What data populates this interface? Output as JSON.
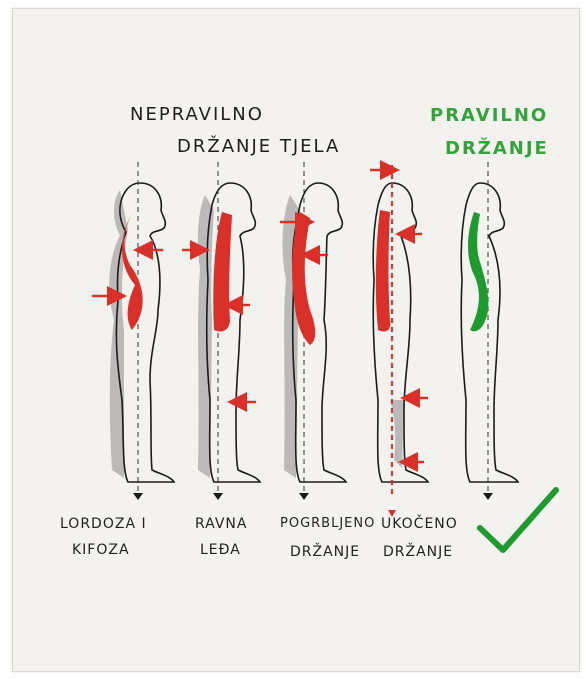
{
  "headings": {
    "incorrect_line1": "NEPRAVILNO",
    "incorrect_line2": "DRŽANJE TJELA",
    "correct_line1": "PRAVILNO",
    "correct_line2": "DRŽANJE"
  },
  "captions": [
    {
      "line1": "LORDOZA I",
      "line2": "KIFOZA"
    },
    {
      "line1": "RAVNA",
      "line2": "LEĐA"
    },
    {
      "line1": "POGRBLJENO",
      "line2": "DRŽANJE"
    },
    {
      "line1": "UKOČENO",
      "line2": "DRŽANJE"
    }
  ],
  "colors": {
    "incorrect_spine": "#d9302a",
    "correct_spine": "#1f9a2f",
    "check": "#1f9a2f",
    "outline": "#1a1a1a",
    "shadow": "#8d8d8d"
  },
  "icons": [
    "checkmark-icon",
    "arrow-icon"
  ]
}
